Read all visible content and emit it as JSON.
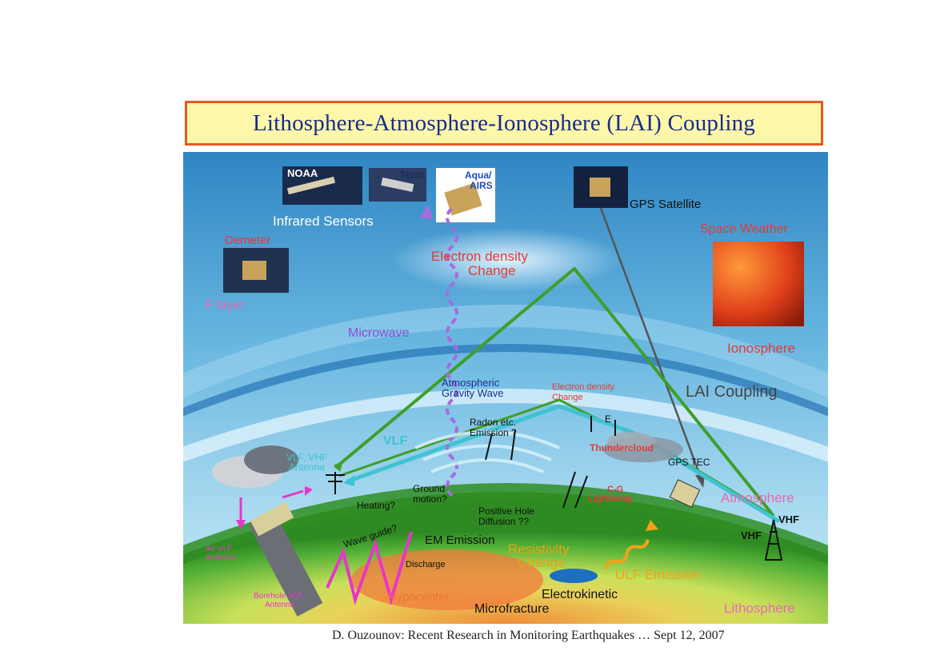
{
  "title": "Lithosphere-Atmosphere-Ionosphere (LAI)  Coupling",
  "caption": "D. Ouzounov: Recent Research in Monitoring Earthquakes … Sept 12, 2007",
  "labels": {
    "noaa": "NOAA",
    "terra": "Terra",
    "aqua_line1": "Aqua/",
    "aqua_line2": "AIRS",
    "infrared_sensors": "Infrared Sensors",
    "gps_satellite": "GPS Satellite",
    "space_weather": "Space Weather",
    "demeter": "Demeter",
    "f_layer": "F layer",
    "electron_density_1": "Electron density",
    "electron_density_2": "Change",
    "microwave": "Microwave",
    "ionosphere": "Ionosphere",
    "lai_coupling": "LAI Coupling",
    "atm_gravity_1": "Atmospheric",
    "atm_gravity_2": "Gravity Wave",
    "edc_small_1": "Electron density",
    "edc_small_2": "Change",
    "radon_1": "Radon etc.",
    "radon_2": "Emission ?",
    "vlf": "VLF",
    "thundercloud": "Thundercloud",
    "e_field": "E",
    "vlf_vhf_antenna_1": "VLF, VHF",
    "vlf_vhf_antenna_2": "Antenna",
    "gps_tec": "GPS TEC",
    "ground_motion_1": "Ground",
    "ground_motion_2": "motion?",
    "heating": "Heating?",
    "cg_1": "C-G",
    "cg_2": "Lightning",
    "atmosphere": "Atmosphere",
    "vhf_right": "VHF",
    "vhf_left": "VHF",
    "positive_hole_1": "Positive Hole",
    "positive_hole_2": "Diffusion ??",
    "wave_guide": "Wave guide?",
    "em_emission": "EM Emission",
    "resistivity_1": "Resistivity",
    "resistivity_2": "Change",
    "discharge": "Discharge",
    "ulf_emission": "ULF Emission",
    "air_vlf_1": "Air VLF",
    "air_vlf_2": "Antenna",
    "borehole_1": "Borehole VLF",
    "borehole_2": "Antenna",
    "hypocenter": "Hypocenter",
    "electrokinetic": "Electrokinetic",
    "microfracture": "Microfracture",
    "lithosphere": "Lithosphere"
  },
  "colors": {
    "title_border": "#e85a1e",
    "title_fill": "#fdf8a9",
    "title_text": "#1a2a8c",
    "sky": "#4aa3d4",
    "green_path": "#3f9e2a",
    "cyan_path": "#3fc3d2",
    "magenta_path": "#e836c8",
    "red_label": "#e23a3a",
    "microwave": "#a76be0"
  }
}
